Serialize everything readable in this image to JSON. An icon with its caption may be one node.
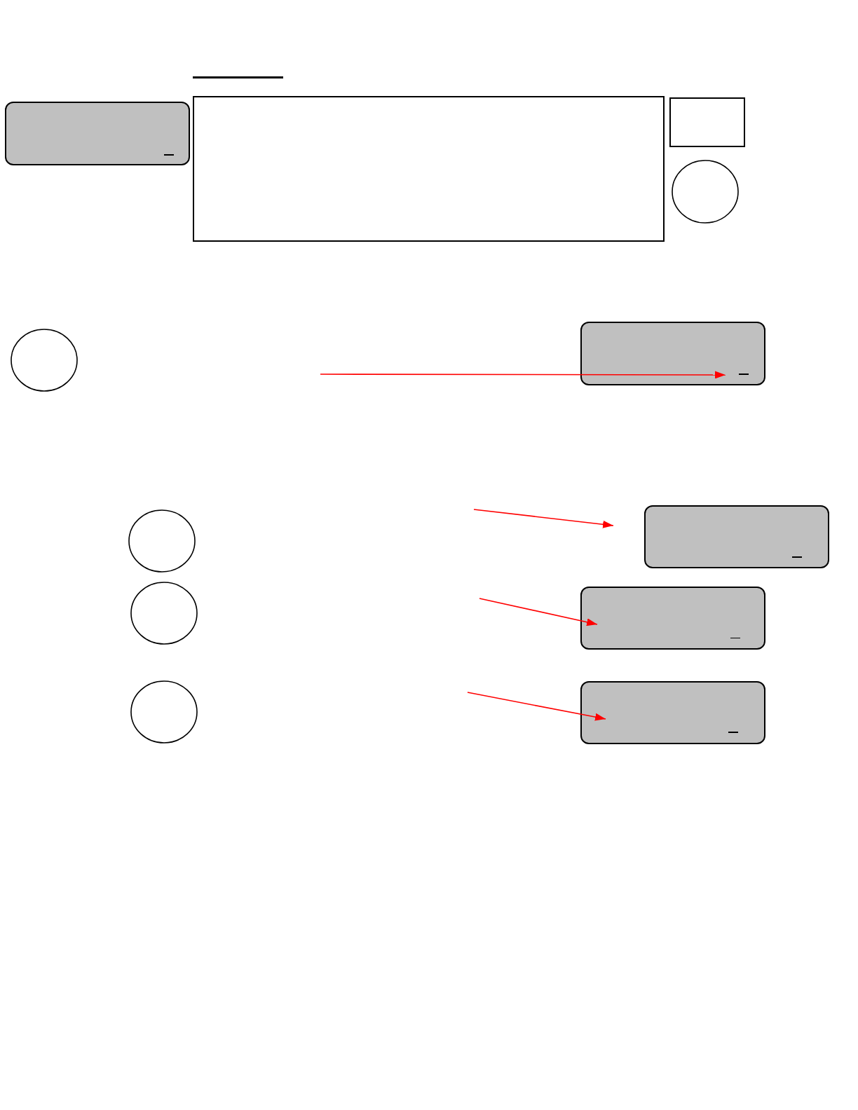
{
  "diagram": {
    "nodes": [
      {
        "text": [],
        "shape": "box"
      },
      {
        "text": [],
        "shape": "box"
      },
      {
        "text": [],
        "shape": "box"
      },
      {
        "text": [],
        "shape": "circle"
      },
      {
        "text": [],
        "shape": "circle"
      },
      {
        "text": [],
        "shape": "box"
      },
      {
        "text": [],
        "shape": "circle"
      },
      {
        "text": [],
        "shape": "box"
      },
      {
        "text": [],
        "shape": "circle"
      },
      {
        "text": [],
        "shape": "box"
      },
      {
        "text": [],
        "shape": "circle"
      },
      {
        "text": [],
        "shape": "box"
      }
    ],
    "edges": [
      {
        "from": null,
        "to": 5,
        "arrow": "to",
        "color": "#ff0000"
      },
      {
        "from": null,
        "to": 7,
        "arrow": "to",
        "color": "#ff0000"
      },
      {
        "from": null,
        "to": 9,
        "arrow": "to",
        "color": "#ff0000"
      },
      {
        "from": null,
        "to": 11,
        "arrow": "to",
        "color": "#ff0000"
      }
    ]
  }
}
